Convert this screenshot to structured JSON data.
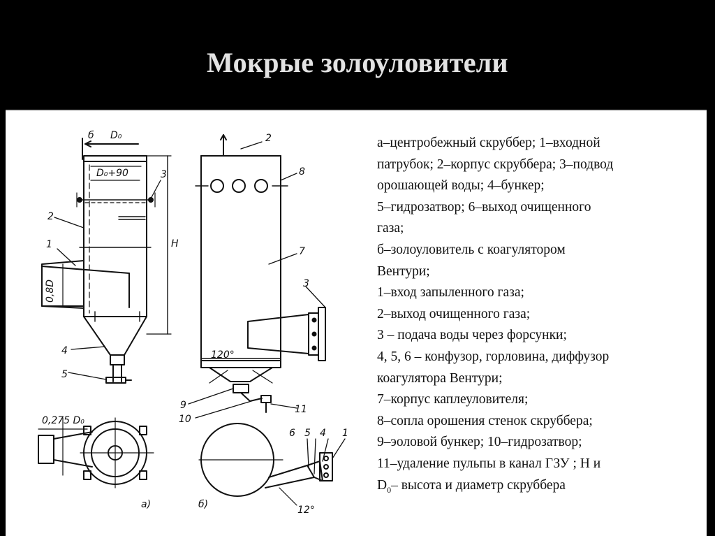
{
  "slide": {
    "title": "Мокрые золоуловители"
  },
  "figure": {
    "labels": {
      "b": "б",
      "d0": "D₀",
      "d0_plus_90": "D₀+90",
      "n3_top": "3",
      "n2_left": "2",
      "n1_left": "1",
      "inlet_width": "0,8D",
      "h": "H",
      "n4_left": "4",
      "n5_left": "5",
      "n2_right": "2",
      "n8": "8",
      "n7": "7",
      "n3_right": "3",
      "angle_120": "120°",
      "n9": "9",
      "n10": "10",
      "n11": "11",
      "plan_dim": "0,275 D₀",
      "view_a": "а)",
      "view_b": "б)",
      "n6_bottom": "6",
      "n5_bottom": "5",
      "n4_bottom": "4",
      "n1_bottom": "1",
      "angle_12": "12°"
    }
  },
  "caption": {
    "lines": [
      "а–центробежный скруббер; 1–входной",
      "патрубок; 2–корпус скруббера; 3–подвод",
      "орошающей воды; 4–бункер;",
      "5–гидрозатвор; 6–выход очищенного",
      "газа;",
      "б–золоуловитель с коагулятором",
      "Вентури;",
      "1–вход запыленного газа;",
      "2–выход очищенного газа;",
      "3 – подача воды через форсунки;",
      "4, 5, 6 – конфузор, горловина, диффузор",
      "коагулятора Вентури;",
      "7–корпус каплеуловителя;",
      "8–сопла орошения стенок скруббера;",
      "9–эоловой бункер; 10–гидрозатвор;",
      "11–удаление пульпы в канал ГЗУ ; Н и"
    ],
    "last_line_prefix": "D",
    "last_line_subscript": "0",
    "last_line_suffix": "– высота и диаметр скруббера"
  },
  "colors": {
    "header_background": "#000000",
    "title_text": "#e3e3e3",
    "panel_background": "#ffffff",
    "drawing_ink": "#111111"
  }
}
